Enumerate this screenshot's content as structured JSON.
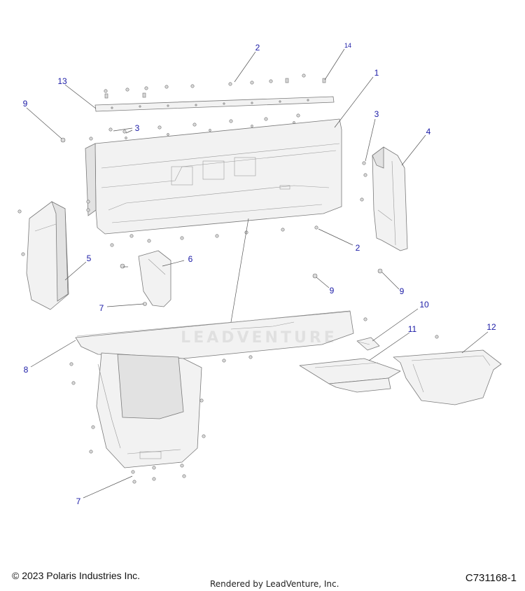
{
  "callouts": {
    "c1": "1",
    "c2a": "2",
    "c2b": "2",
    "c3a": "3",
    "c3b": "3",
    "c4": "4",
    "c5": "5",
    "c6": "6",
    "c7a": "7",
    "c7b": "7",
    "c8": "8",
    "c9a": "9",
    "c9b": "9",
    "c9c": "9",
    "c10": "10",
    "c11": "11",
    "c12": "12",
    "c13": "13",
    "c14": "14"
  },
  "watermark": {
    "text": "LEADVENTURE"
  },
  "footer": {
    "copyright": "© 2023 Polaris Industries Inc.",
    "rendered_by": "Rendered by LeadVenture, Inc.",
    "diagram_id": "C731168-1"
  },
  "colors": {
    "callout": "#1a1aa6",
    "part_fill": "#f2f2f2",
    "outline": "#7a7a7a"
  }
}
